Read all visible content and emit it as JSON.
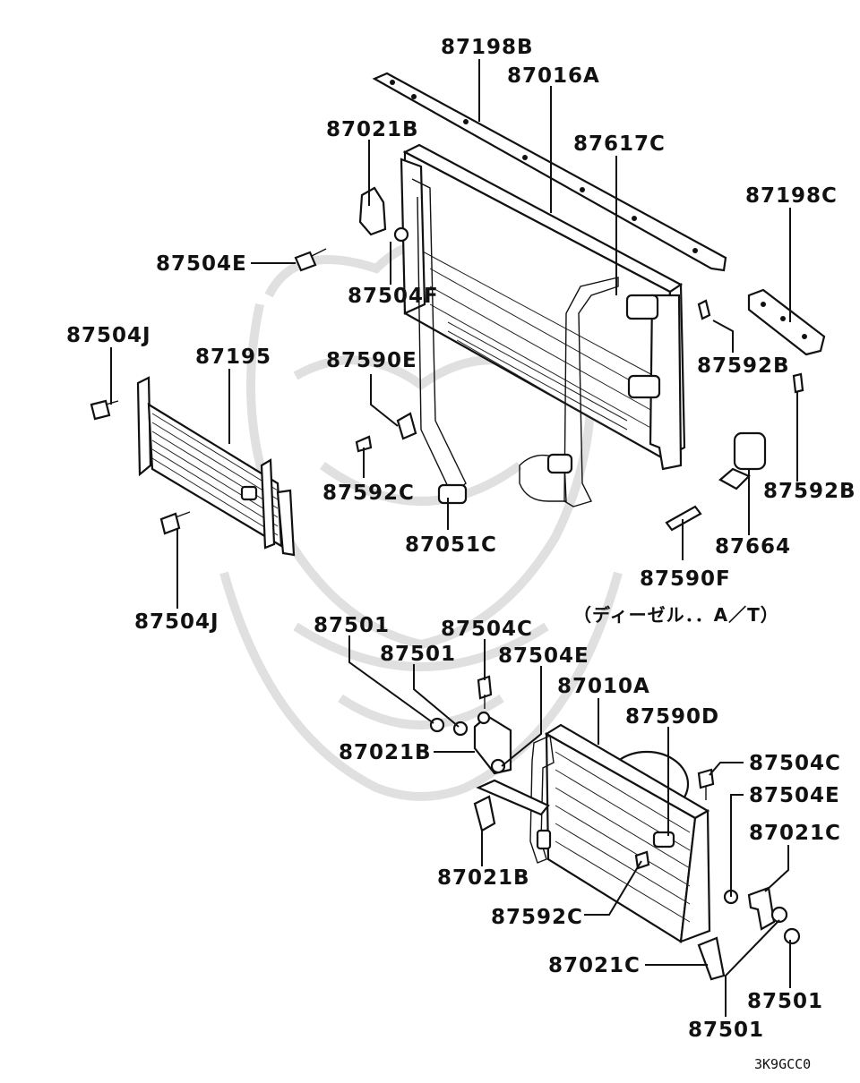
{
  "diagram_code": "3K9GCC0",
  "note": "（ディーゼル．．A／T）",
  "watermark": "samurai-helmet-logo",
  "labels": {
    "p87198B": "87198B",
    "p87016A": "87016A",
    "p87021B_top": "87021B",
    "p87617C": "87617C",
    "p87198C": "87198C",
    "p87504E_top": "87504E",
    "p87504F": "87504F",
    "p87504J_left": "87504J",
    "p87195": "87195",
    "p87590E": "87590E",
    "p87592B_a": "87592B",
    "p87592B_b": "87592B",
    "p87592C_top": "87592C",
    "p87051C": "87051C",
    "p87664": "87664",
    "p87590F": "87590F",
    "p87504J_bottom": "87504J",
    "p87501_a": "87501",
    "p87501_b": "87501",
    "p87504C_top": "87504C",
    "p87504E_mid": "87504E",
    "p87010A": "87010A",
    "p87590D": "87590D",
    "p87021B_mid": "87021B",
    "p87504C_right": "87504C",
    "p87504E_right": "87504E",
    "p87021C_right": "87021C",
    "p87021B_low": "87021B",
    "p87592C_low": "87592C",
    "p87021C_low": "87021C",
    "p87501_right": "87501",
    "p87501_bottom": "87501"
  }
}
